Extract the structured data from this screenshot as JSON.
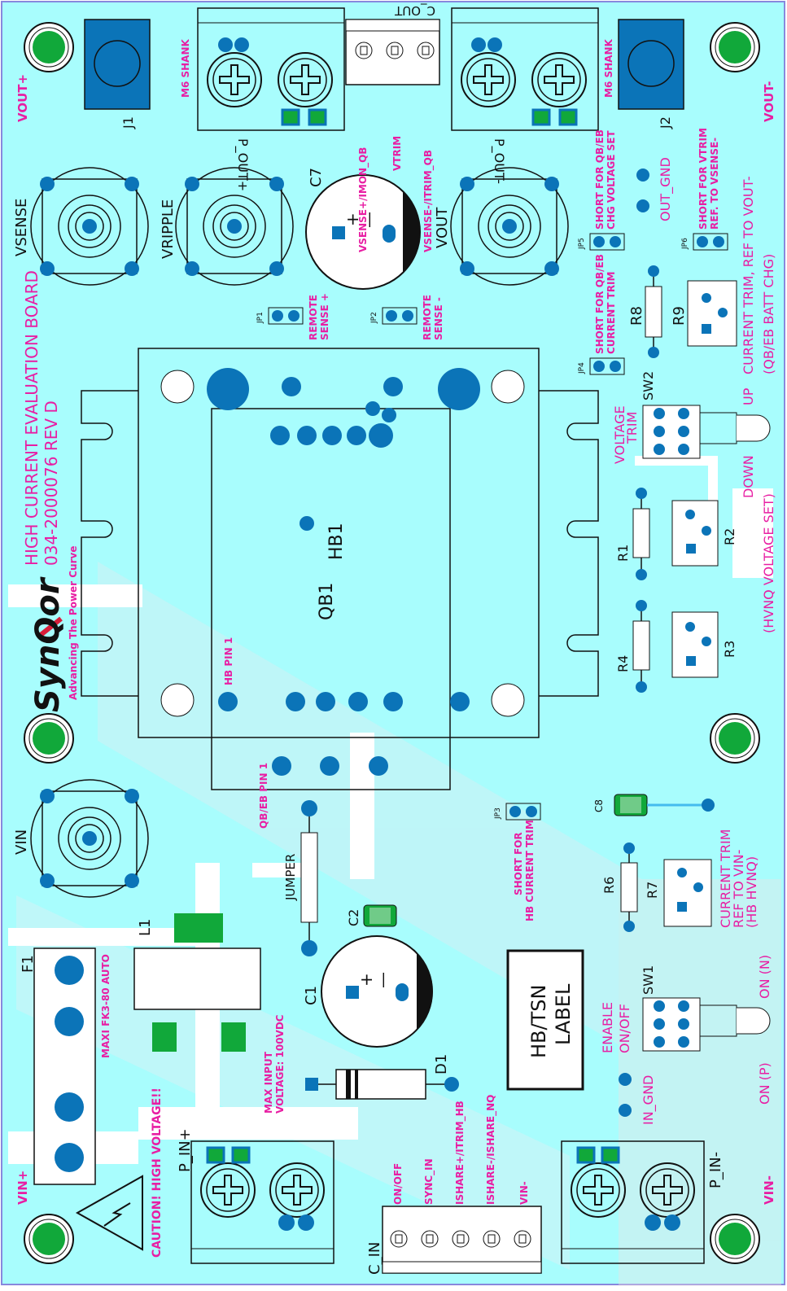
{
  "board": {
    "title": "HIGH CURRENT EVALUATION BOARD",
    "part_number": "034-2000076 REV D",
    "logo_text": "SynQor",
    "tagline": "Advancing The Power Curve",
    "hb_label": "HB/TSN",
    "label_text": "LABEL"
  },
  "colors": {
    "board": "#a8fdfd",
    "silkscreen_pink": "#e81ea3",
    "pad_blue": "#0b74b8",
    "post_green": "#11a83a",
    "outline": "#111111"
  },
  "corner_posts": {
    "vout_plus": "VOUT+",
    "vout_minus": "VOUT-",
    "vin_plus": "VIN+",
    "vin_minus": "VIN-"
  },
  "connectors": {
    "j1": "J1",
    "j2": "J2",
    "m6_shank": "M6 SHANK",
    "c_out": "C_OUT",
    "p_out_plus": "P_OUT+",
    "p_out_minus": "P_OUT-",
    "c_in": "C_IN",
    "p_in_plus": "P_IN+",
    "p_in_minus": "P_IN-",
    "vsense_imon": "VSENSE+/IMON_QB",
    "vtrim": "VTRIM",
    "vsense_itrim": "VSENSE-/ITRIM_QB",
    "on_off": "ON/OFF",
    "sync_in": "SYNC_IN",
    "ishare_plus": "ISHARE+/ITRIM_HB",
    "ishare_minus": "ISHARE-/ISHARE_NQ",
    "vin_minus_pin": "VIN-"
  },
  "test_points": {
    "vsense": "VSENSE",
    "vripple": "VRIPPLE",
    "vout": "VOUT",
    "vin": "VIN"
  },
  "components": {
    "c7": "C7",
    "c1": "C1",
    "c2": "C2",
    "c8": "C8",
    "l1": "L1",
    "f1": "F1",
    "d1": "D1",
    "r1": "R1",
    "r2": "R2",
    "r3": "R3",
    "r4": "R4",
    "r6": "R6",
    "r7": "R7",
    "r8": "R8",
    "r9": "R9",
    "sw1": "SW1",
    "sw2": "SW2",
    "qb1": "QB1",
    "hb1": "HB1",
    "jumper": "JUMPER",
    "polarity_plus": "+",
    "polarity_minus": "—"
  },
  "jumpers": {
    "jp1": "JP1",
    "jp2": "JP2",
    "jp3": "JP3",
    "jp4": "JP4",
    "jp5": "JP5",
    "jp6": "JP6"
  },
  "annotations": {
    "remote_sense_1": "REMOTE",
    "remote_sense_plus": "SENSE +",
    "remote_sense_2": "REMOTE",
    "remote_sense_minus": "SENSE -",
    "jp4_line1": "SHORT FOR QB/EB",
    "jp4_line2": "CURRENT TRIM",
    "jp5_line1": "SHORT FOR QB/EB",
    "jp5_line2": "CHG VOLTAGE SET",
    "jp6_line1": "SHORT FOR VTRIM",
    "jp6_line2": "REF. TO VSENSE-",
    "out_gnd": "OUT_GND",
    "cur_trim_vout": "CURRENT TRIM, REF TO VOUT-",
    "qbeb_batt": "(QB/EB BATT CHG)",
    "up": "UP",
    "down": "DOWN",
    "hvnq_voltage_set": "(HVNQ VOLTAGE SET)",
    "voltage": "VOLTAGE",
    "trim": "TRIM",
    "hb_pin1": "HB PIN 1",
    "qbeb_pin1": "QB/EB PIN 1",
    "jp3_line1": "SHORT FOR",
    "jp3_line2": "HB CURRENT TRIM",
    "cur_trim_vin_1": "CURRENT TRIM",
    "cur_trim_vin_2": "REF TO VIN-",
    "cur_trim_vin_3": "(HB HVNQ)",
    "fuse": "MAXI FK3-80 AUTO",
    "caution": "CAUTION! HIGH VOLTAGE!!",
    "max_input_1": "MAX INPUT",
    "max_input_2": "VOLTAGE: 100VDC",
    "enable": "ENABLE",
    "on_off_label": "ON/OFF",
    "in_gnd": "IN_GND",
    "on_p": "ON (P)",
    "on_n": "ON (N)"
  }
}
